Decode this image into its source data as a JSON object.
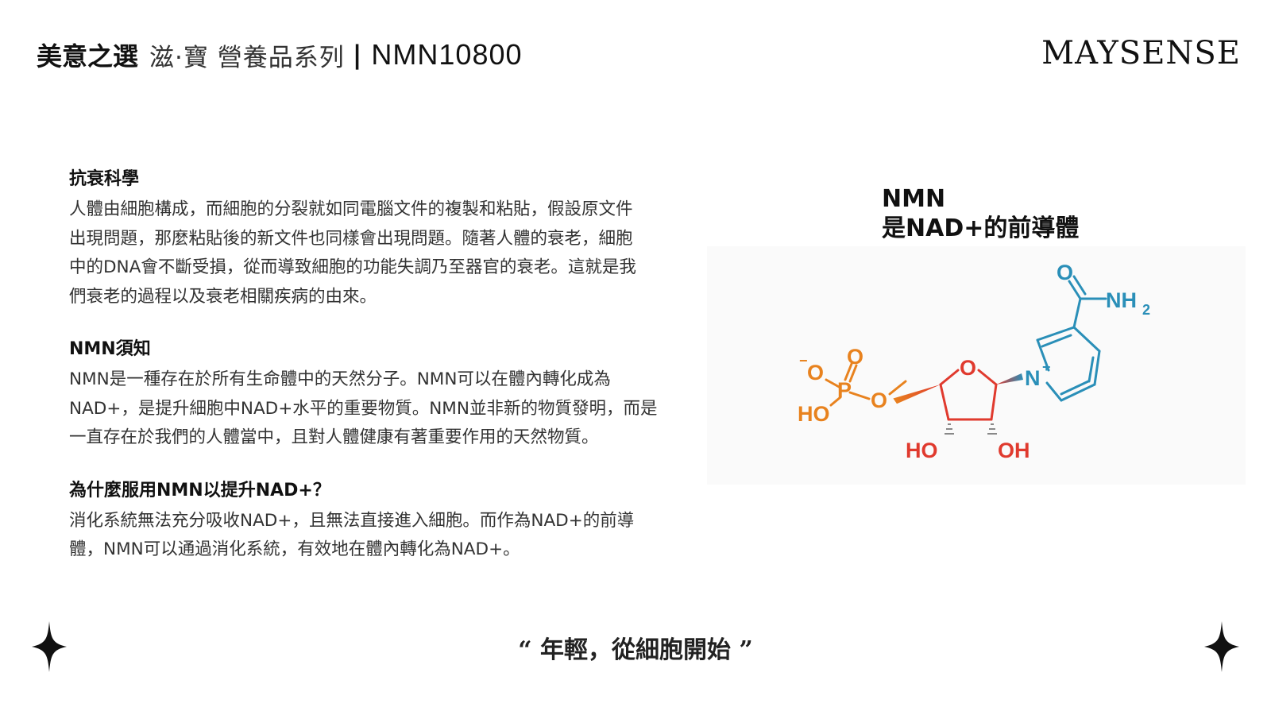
{
  "header": {
    "brand_bold": "美意之選",
    "brand_light": "滋·寶 營養品系列",
    "separator": "|",
    "product_code": "NMN10800"
  },
  "logo": {
    "text": "MAYSENSE"
  },
  "sections": [
    {
      "heading": "抗衰科學",
      "lines": [
        "人體由細胞構成，而細胞的分裂就如同電腦文件的複製和粘貼，假設原文件",
        "出現問題，那麼粘貼後的新文件也同樣會出現問題。隨著人體的衰老，細胞",
        "中的DNA會不斷受損，從而導致細胞的功能失調乃至器官的衰老。這就是我",
        "們衰老的過程以及衰老相關疾病的由來。"
      ]
    },
    {
      "heading": "NMN須知",
      "lines": [
        "NMN是一種存在於所有生命體中的天然分子。NMN可以在體內轉化成為",
        "NAD+，是提升細胞中NAD+水平的重要物質。NMN並非新的物質發明，而是",
        "一直存在於我們的人體當中，且對人體健康有著重要作用的天然物質。"
      ]
    },
    {
      "heading": "為什麼服用NMN以提升NAD+？",
      "lines": [
        "消化系統無法充分吸收NAD+，且無法直接進入細胞。而作為NAD+的前導",
        "體，NMN可以通過消化系統，有效地在體內轉化為NAD+。"
      ]
    }
  ],
  "molecule": {
    "title_line1": "NMN",
    "title_line2": "是NAD+的前導體",
    "atoms": {
      "o_carbonyl": "O",
      "nh2": "NH",
      "nh2_sub": "2",
      "n_plus": "N",
      "plus": "+",
      "ring_o": "O",
      "p_o_top": "O",
      "p_o_minus": "O",
      "minus": "−",
      "p": "P",
      "p_ho": "HO",
      "ester_o": "O",
      "ho_bottom": "HO",
      "oh_bottom": "OH"
    },
    "colors": {
      "phosphorus": "#E8821E",
      "oxygen": "#E03A2E",
      "nitrogen": "#2A8FB8",
      "carbon": "#E03A2E"
    }
  },
  "quote": "“ 年輕，從細胞開始 ”"
}
